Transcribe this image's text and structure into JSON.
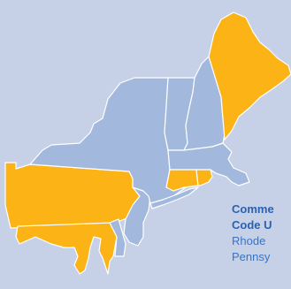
{
  "colors": {
    "background": "#c6d0e6",
    "adopted": "#fbb316",
    "not_adopted": "#a3b8dd",
    "border": "#ffffff",
    "legend_title": "#2a62b0",
    "legend_text": "#3a74c4"
  },
  "states": [
    {
      "name": "Maine",
      "status": "adopted"
    },
    {
      "name": "New Hampshire",
      "status": "not_adopted"
    },
    {
      "name": "Vermont",
      "status": "not_adopted"
    },
    {
      "name": "New York",
      "status": "not_adopted"
    },
    {
      "name": "Massachusetts",
      "status": "not_adopted"
    },
    {
      "name": "Rhode Island",
      "status": "adopted"
    },
    {
      "name": "Connecticut",
      "status": "adopted"
    },
    {
      "name": "New Jersey",
      "status": "not_adopted"
    },
    {
      "name": "Pennsylvania",
      "status": "adopted"
    },
    {
      "name": "Delaware",
      "status": "not_adopted"
    },
    {
      "name": "Maryland",
      "status": "adopted"
    }
  ],
  "legend": {
    "title_lines": [
      "Comme",
      "Code U"
    ],
    "items": [
      "Rhode",
      "Pennsy"
    ]
  }
}
